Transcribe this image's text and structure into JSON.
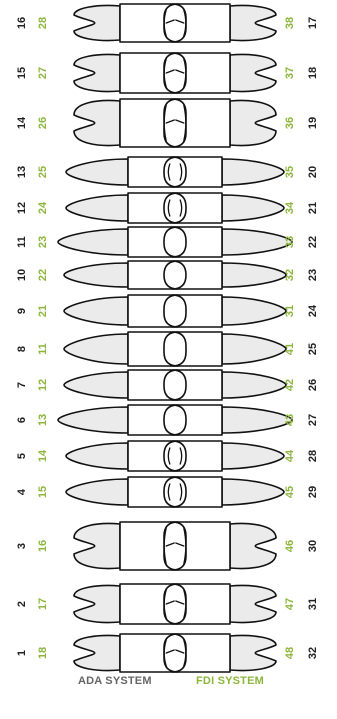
{
  "colors": {
    "ada": "#222222",
    "fdi": "#8cb63c",
    "legend_ada": "#666666",
    "outline": "#111111",
    "root_fill": "#ebebeb",
    "crown_fill": "#ffffff"
  },
  "legend": {
    "ada_label": "ADA SYSTEM",
    "fdi_label": "FDI SYSTEM"
  },
  "upper_arch": [
    {
      "ada": "16",
      "fdi": "28",
      "type": "molar"
    },
    {
      "ada": "15",
      "fdi": "27",
      "type": "molar"
    },
    {
      "ada": "14",
      "fdi": "26",
      "type": "molar"
    },
    {
      "ada": "13",
      "fdi": "25",
      "type": "premolar"
    },
    {
      "ada": "12",
      "fdi": "24",
      "type": "premolar"
    },
    {
      "ada": "11",
      "fdi": "23",
      "type": "canine"
    },
    {
      "ada": "10",
      "fdi": "22",
      "type": "incisor"
    },
    {
      "ada": "9",
      "fdi": "21",
      "type": "incisor"
    },
    {
      "ada": "8",
      "fdi": "11",
      "type": "incisor"
    },
    {
      "ada": "7",
      "fdi": "12",
      "type": "incisor"
    },
    {
      "ada": "6",
      "fdi": "13",
      "type": "canine"
    },
    {
      "ada": "5",
      "fdi": "14",
      "type": "premolar"
    },
    {
      "ada": "4",
      "fdi": "15",
      "type": "premolar"
    },
    {
      "ada": "3",
      "fdi": "16",
      "type": "molar"
    },
    {
      "ada": "2",
      "fdi": "17",
      "type": "molar"
    },
    {
      "ada": "1",
      "fdi": "18",
      "type": "molar"
    }
  ],
  "lower_arch": [
    {
      "ada": "17",
      "fdi": "38",
      "type": "molar"
    },
    {
      "ada": "18",
      "fdi": "37",
      "type": "molar"
    },
    {
      "ada": "19",
      "fdi": "36",
      "type": "molar"
    },
    {
      "ada": "20",
      "fdi": "35",
      "type": "premolar"
    },
    {
      "ada": "21",
      "fdi": "34",
      "type": "premolar"
    },
    {
      "ada": "22",
      "fdi": "33",
      "type": "canine"
    },
    {
      "ada": "23",
      "fdi": "32",
      "type": "incisor"
    },
    {
      "ada": "24",
      "fdi": "31",
      "type": "incisor"
    },
    {
      "ada": "25",
      "fdi": "41",
      "type": "incisor"
    },
    {
      "ada": "26",
      "fdi": "42",
      "type": "incisor"
    },
    {
      "ada": "27",
      "fdi": "43",
      "type": "canine"
    },
    {
      "ada": "28",
      "fdi": "44",
      "type": "premolar"
    },
    {
      "ada": "29",
      "fdi": "45",
      "type": "premolar"
    },
    {
      "ada": "30",
      "fdi": "46",
      "type": "molar"
    },
    {
      "ada": "31",
      "fdi": "47",
      "type": "molar"
    },
    {
      "ada": "32",
      "fdi": "48",
      "type": "molar"
    }
  ]
}
